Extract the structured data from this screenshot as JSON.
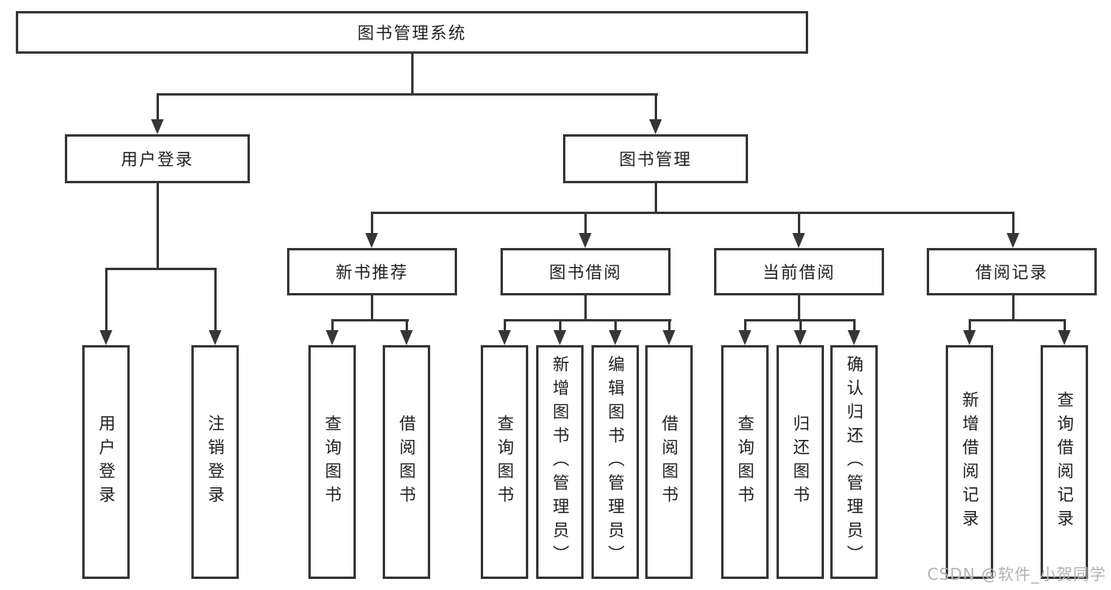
{
  "tree": {
    "root": {
      "label": "图书管理系统",
      "children": [
        {
          "label": "用户登录",
          "children": [
            {
              "label": "用户登录"
            },
            {
              "label": "注销登录"
            }
          ]
        },
        {
          "label": "图书管理",
          "children": [
            {
              "label": "新书推荐",
              "children": [
                {
                  "label": "查询图书"
                },
                {
                  "label": "借阅图书"
                }
              ]
            },
            {
              "label": "图书借阅",
              "children": [
                {
                  "label": "查询图书"
                },
                {
                  "label": "新增图书（管理员）"
                },
                {
                  "label": "编辑图书（管理员）"
                },
                {
                  "label": "借阅图书"
                }
              ]
            },
            {
              "label": "当前借阅",
              "children": [
                {
                  "label": "查询图书"
                },
                {
                  "label": "归还图书"
                },
                {
                  "label": "确认归还（管理员）"
                }
              ]
            },
            {
              "label": "借阅记录",
              "children": [
                {
                  "label": "新增借阅记录"
                },
                {
                  "label": "查询借阅记录"
                }
              ]
            }
          ]
        }
      ]
    },
    "colors": {
      "line": "#363636",
      "text": "#1f1f1f",
      "background": "#ffffff",
      "watermark": "#b3b3b3"
    }
  },
  "watermark": {
    "text": "CSDN @软件_小贺同学"
  }
}
